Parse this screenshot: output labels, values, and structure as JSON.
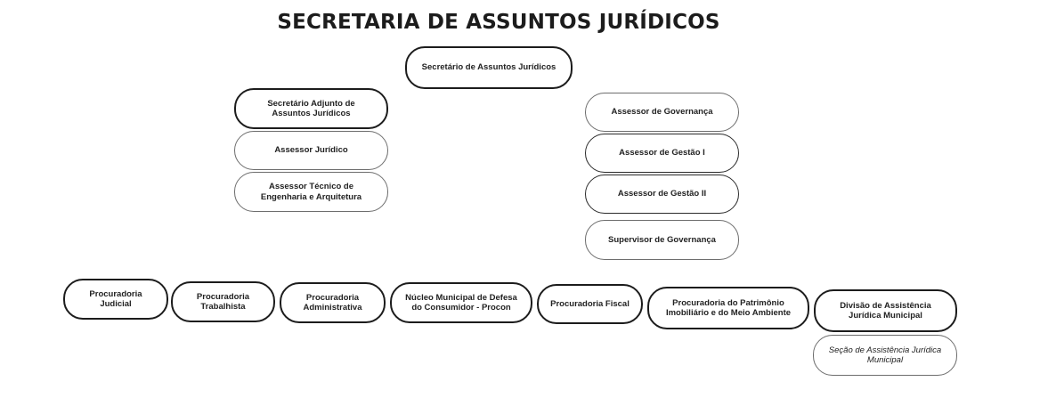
{
  "title": "SECRETARIA DE ASSUNTOS JURÍDICOS",
  "nodes": {
    "secretario": "Secretário de Assuntos Jurídicos",
    "adjunto": "Secretário Adjunto de Assuntos Jurídicos",
    "assessor_juridico": "Assessor Jurídico",
    "assessor_tecnico": "Assessor Técnico de Engenharia e Arquitetura",
    "assessor_governanca": "Assessor de Governança",
    "assessor_gestao_1": "Assessor de Gestão I",
    "assessor_gestao_2": "Assessor de Gestão II",
    "supervisor_governanca": "Supervisor de Governança",
    "proc_judicial": "Procuradoria Judicial",
    "proc_trabalhista": "Procuradoria Trabalhista",
    "proc_administrativa": "Procuradoria Administrativa",
    "nucleo_procon": "Núcleo Municipal de Defesa do Consumidor - Procon",
    "proc_fiscal": "Procuradoria Fiscal",
    "proc_patrimonio": "Procuradoria do Patrimônio Imobiliário e do Meio Ambiente",
    "divisao_assistencia": "Divisão de Assistência Jurídica Municipal",
    "secao_assistencia": "Seção de Assistência Jurídica Municipal"
  }
}
